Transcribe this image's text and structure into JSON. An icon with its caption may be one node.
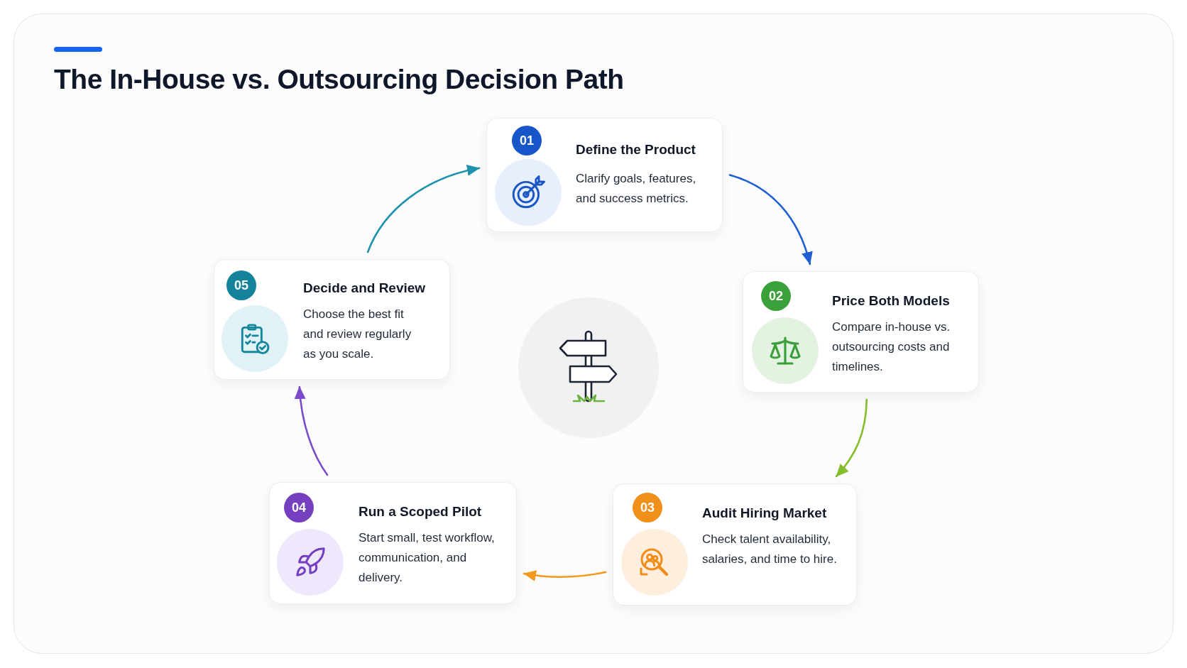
{
  "diagram": {
    "title": "The In-House vs. Outsourcing Decision Path",
    "nodes": [
      {
        "text": [
          "Define the Product",
          "Clarify goals, features, and success metrics."
        ]
      },
      {
        "text": [
          "01"
        ],
        "in": 0
      },
      {
        "text": [
          "Price Both Models",
          "Compare in-house vs. outsourcing costs and timelines."
        ]
      },
      {
        "text": [
          "02"
        ],
        "in": 2
      },
      {
        "text": [
          "Audit Hiring Market",
          "Check talent availability, salaries, and time to hire."
        ]
      },
      {
        "text": [
          "03"
        ],
        "in": 4
      },
      {
        "text": [
          "Run a Scoped Pilot",
          "Start small, test workflow, communication, and delivery."
        ]
      },
      {
        "text": [
          "04"
        ],
        "in": 6
      },
      {
        "text": [
          "Decide and Review",
          "Choose the best fit and review regularly as you scale."
        ]
      },
      {
        "text": [
          "05"
        ],
        "in": 8
      }
    ],
    "edges": [
      {
        "from": 0,
        "to": 2,
        "arrow": "to",
        "color": "#1f5fd1"
      },
      {
        "from": 2,
        "to": 4,
        "arrow": "to",
        "color": "#86bd2c"
      },
      {
        "from": 4,
        "to": 6,
        "arrow": "to",
        "color": "#f39a1e"
      },
      {
        "from": 6,
        "to": 8,
        "arrow": "to",
        "color": "#7b4cc9"
      },
      {
        "from": 8,
        "to": 0,
        "arrow": "to",
        "color": "#1f93ad"
      }
    ]
  }
}
